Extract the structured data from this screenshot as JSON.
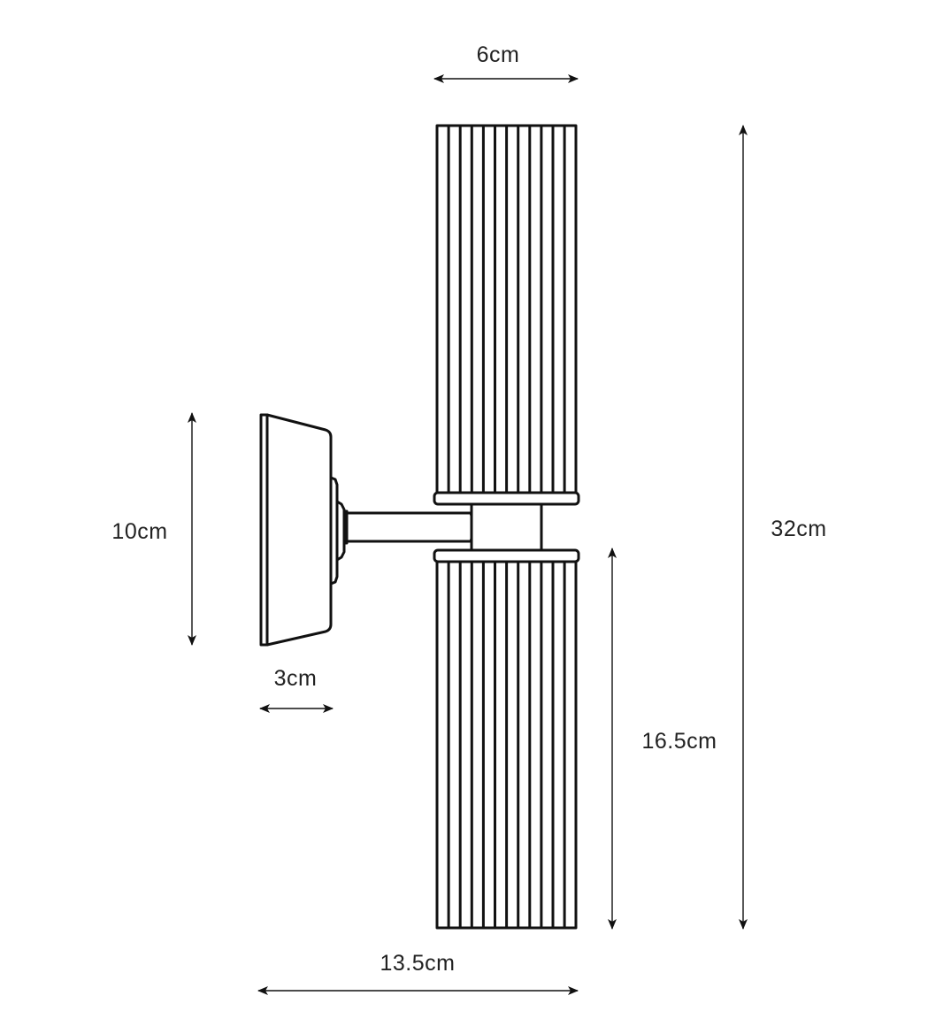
{
  "diagram": {
    "subject": "twin-tube-wall-light",
    "colors": {
      "line": "#111111",
      "background": "#ffffff"
    },
    "dimensions": {
      "shade_width": "6cm",
      "total_height": "32cm",
      "backplate_height": "10cm",
      "backplate_depth": "3cm",
      "shade_height": "16.5cm",
      "total_projection": "13.5cm"
    }
  }
}
